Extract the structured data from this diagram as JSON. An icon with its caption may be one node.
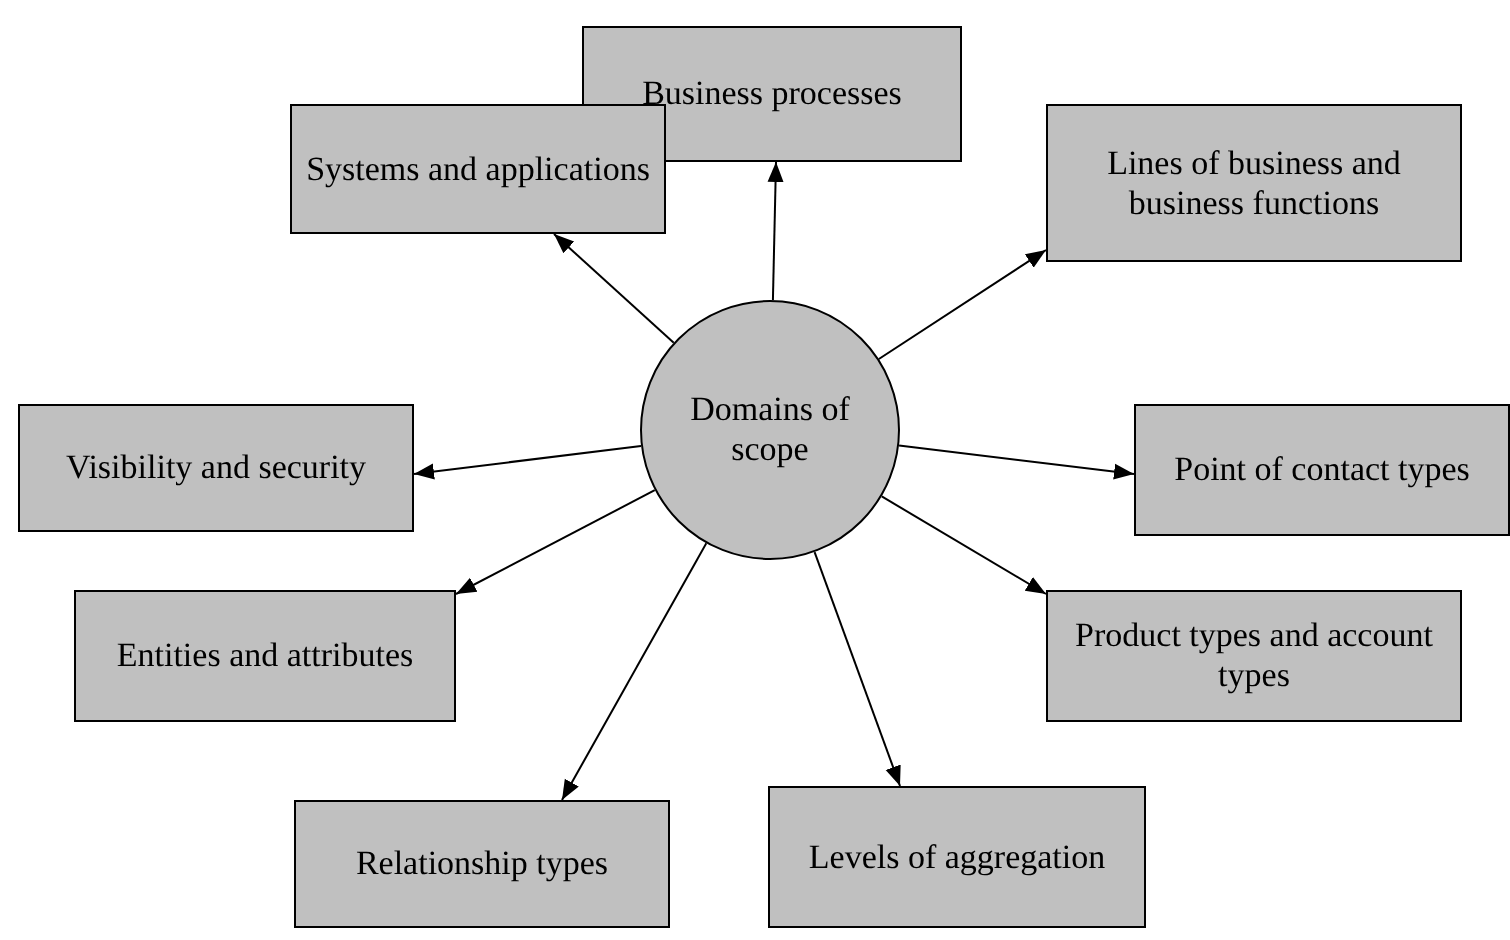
{
  "diagram": {
    "nodes": [
      {
        "text": [
          "Domains of scope"
        ]
      },
      {
        "text": [
          "Business processes"
        ]
      },
      {
        "text": [
          "Systems and applications"
        ]
      },
      {
        "text": [
          "Lines of business and business functions"
        ]
      },
      {
        "text": [
          "Visibility and security"
        ]
      },
      {
        "text": [
          "Point of contact types"
        ]
      },
      {
        "text": [
          "Entities and attributes"
        ]
      },
      {
        "text": [
          "Product types and account types"
        ]
      },
      {
        "text": [
          "Relationship types"
        ]
      },
      {
        "text": [
          "Levels of aggregation"
        ]
      }
    ],
    "edges": [
      {
        "from": 0,
        "to": 1,
        "arrow": "to"
      },
      {
        "from": 0,
        "to": 2,
        "arrow": "to"
      },
      {
        "from": 0,
        "to": 3,
        "arrow": "to"
      },
      {
        "from": 0,
        "to": 4,
        "arrow": "to"
      },
      {
        "from": 0,
        "to": 5,
        "arrow": "to"
      },
      {
        "from": 0,
        "to": 6,
        "arrow": "to"
      },
      {
        "from": 0,
        "to": 7,
        "arrow": "to"
      },
      {
        "from": 0,
        "to": 8,
        "arrow": "to"
      },
      {
        "from": 0,
        "to": 9,
        "arrow": "to"
      }
    ]
  }
}
